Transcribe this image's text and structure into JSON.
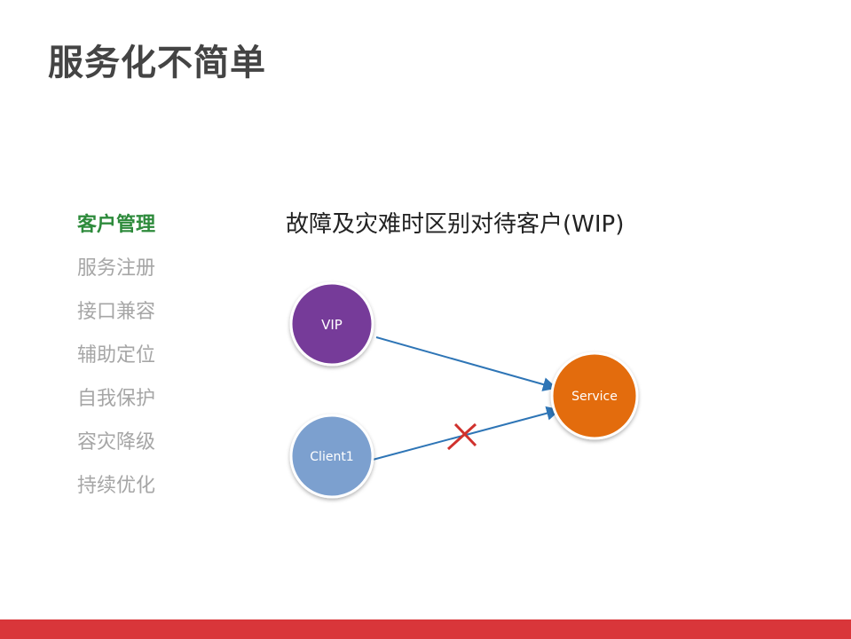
{
  "title": "服务化不简单",
  "menu": [
    "客户管理",
    "服务注册",
    "接口兼容",
    "辅助定位",
    "自我保护",
    "容灾降级",
    "持续优化"
  ],
  "active_index": 0,
  "subtitle": "故障及灾难时区别对待客户(WIP)",
  "nodes": {
    "vip": "VIP",
    "client": "Client1",
    "service": "Service"
  },
  "colors": {
    "vip": "#763a99",
    "client": "#7ba0cf",
    "service": "#e36c0a",
    "arrow": "#2e75b6",
    "cross": "#d0312d",
    "footer": "#d9363a"
  }
}
